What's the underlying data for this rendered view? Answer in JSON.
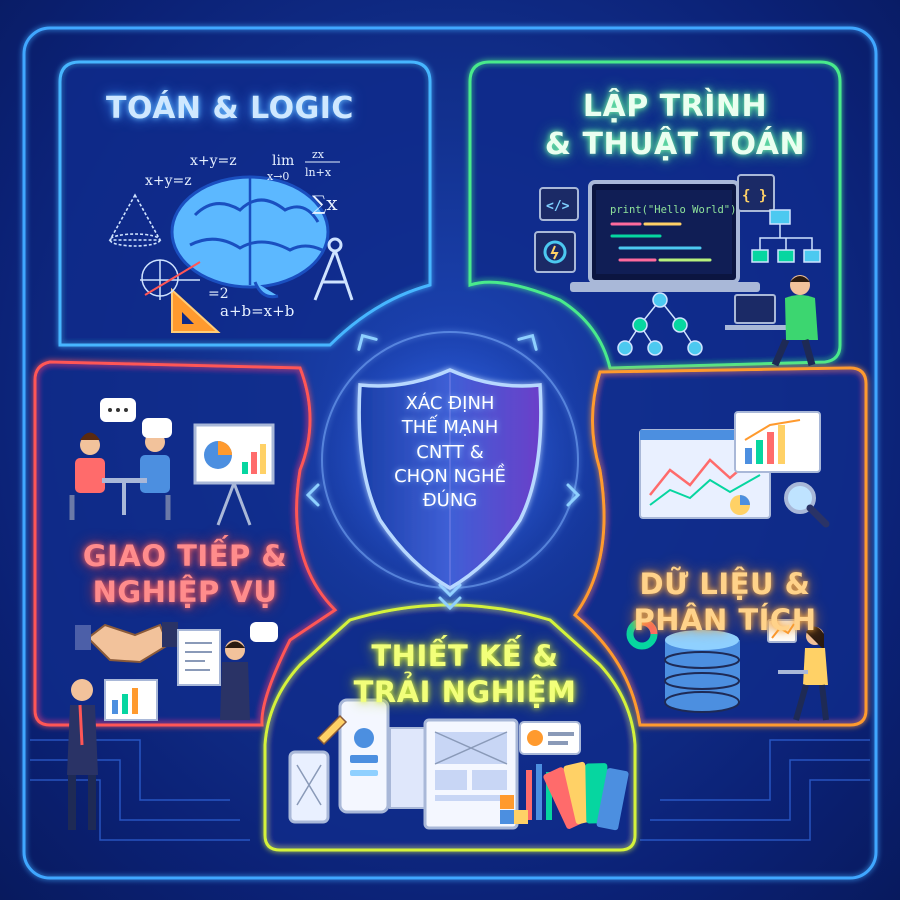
{
  "center": {
    "lines": [
      "XÁC ĐỊNH",
      "THẾ MẠNH",
      "CNTT &",
      "CHỌN NGHỀ",
      "ĐÚNG"
    ]
  },
  "panels": {
    "math": {
      "title_lines": [
        "TOÁN & LOGIC"
      ],
      "color": "#4fb4ff"
    },
    "programming": {
      "title_lines": [
        "LẬP TRÌNH",
        "& THUẬT TOÁN"
      ],
      "color": "#46e88a"
    },
    "communication": {
      "title_lines": [
        "GIAO TIẾP &",
        "NGHIỆP VỤ"
      ],
      "color": "#ff5a5a"
    },
    "data": {
      "title_lines": [
        "DỮ LIỆU &",
        "PHÂN TÍCH"
      ],
      "color": "#ff9a2e"
    },
    "design": {
      "title_lines": [
        "THIẾT KẾ &",
        "TRẢI NGHIỆM"
      ],
      "color": "#d6f23a"
    }
  },
  "math_formulas": {
    "f1": "x+y=z",
    "f2": "x+y=z",
    "lim": "lim",
    "lim_sub": "x→0",
    "frac_num": "zx",
    "frac_den": "ln+x",
    "sum": "∑x",
    "sq": "=2",
    "eq": "a+b=x+b"
  },
  "code": {
    "print_line": "print(\"Hello World\")",
    "tag_icon": "</>",
    "brace_icon": "{ }"
  },
  "icons": {
    "brain": "brain-icon",
    "shield": "shield-icon",
    "laptop": "laptop-icon",
    "database": "database-icon",
    "handshake": "handshake-icon",
    "magnifier": "magnifier-icon",
    "palette": "color-palette-icon"
  }
}
